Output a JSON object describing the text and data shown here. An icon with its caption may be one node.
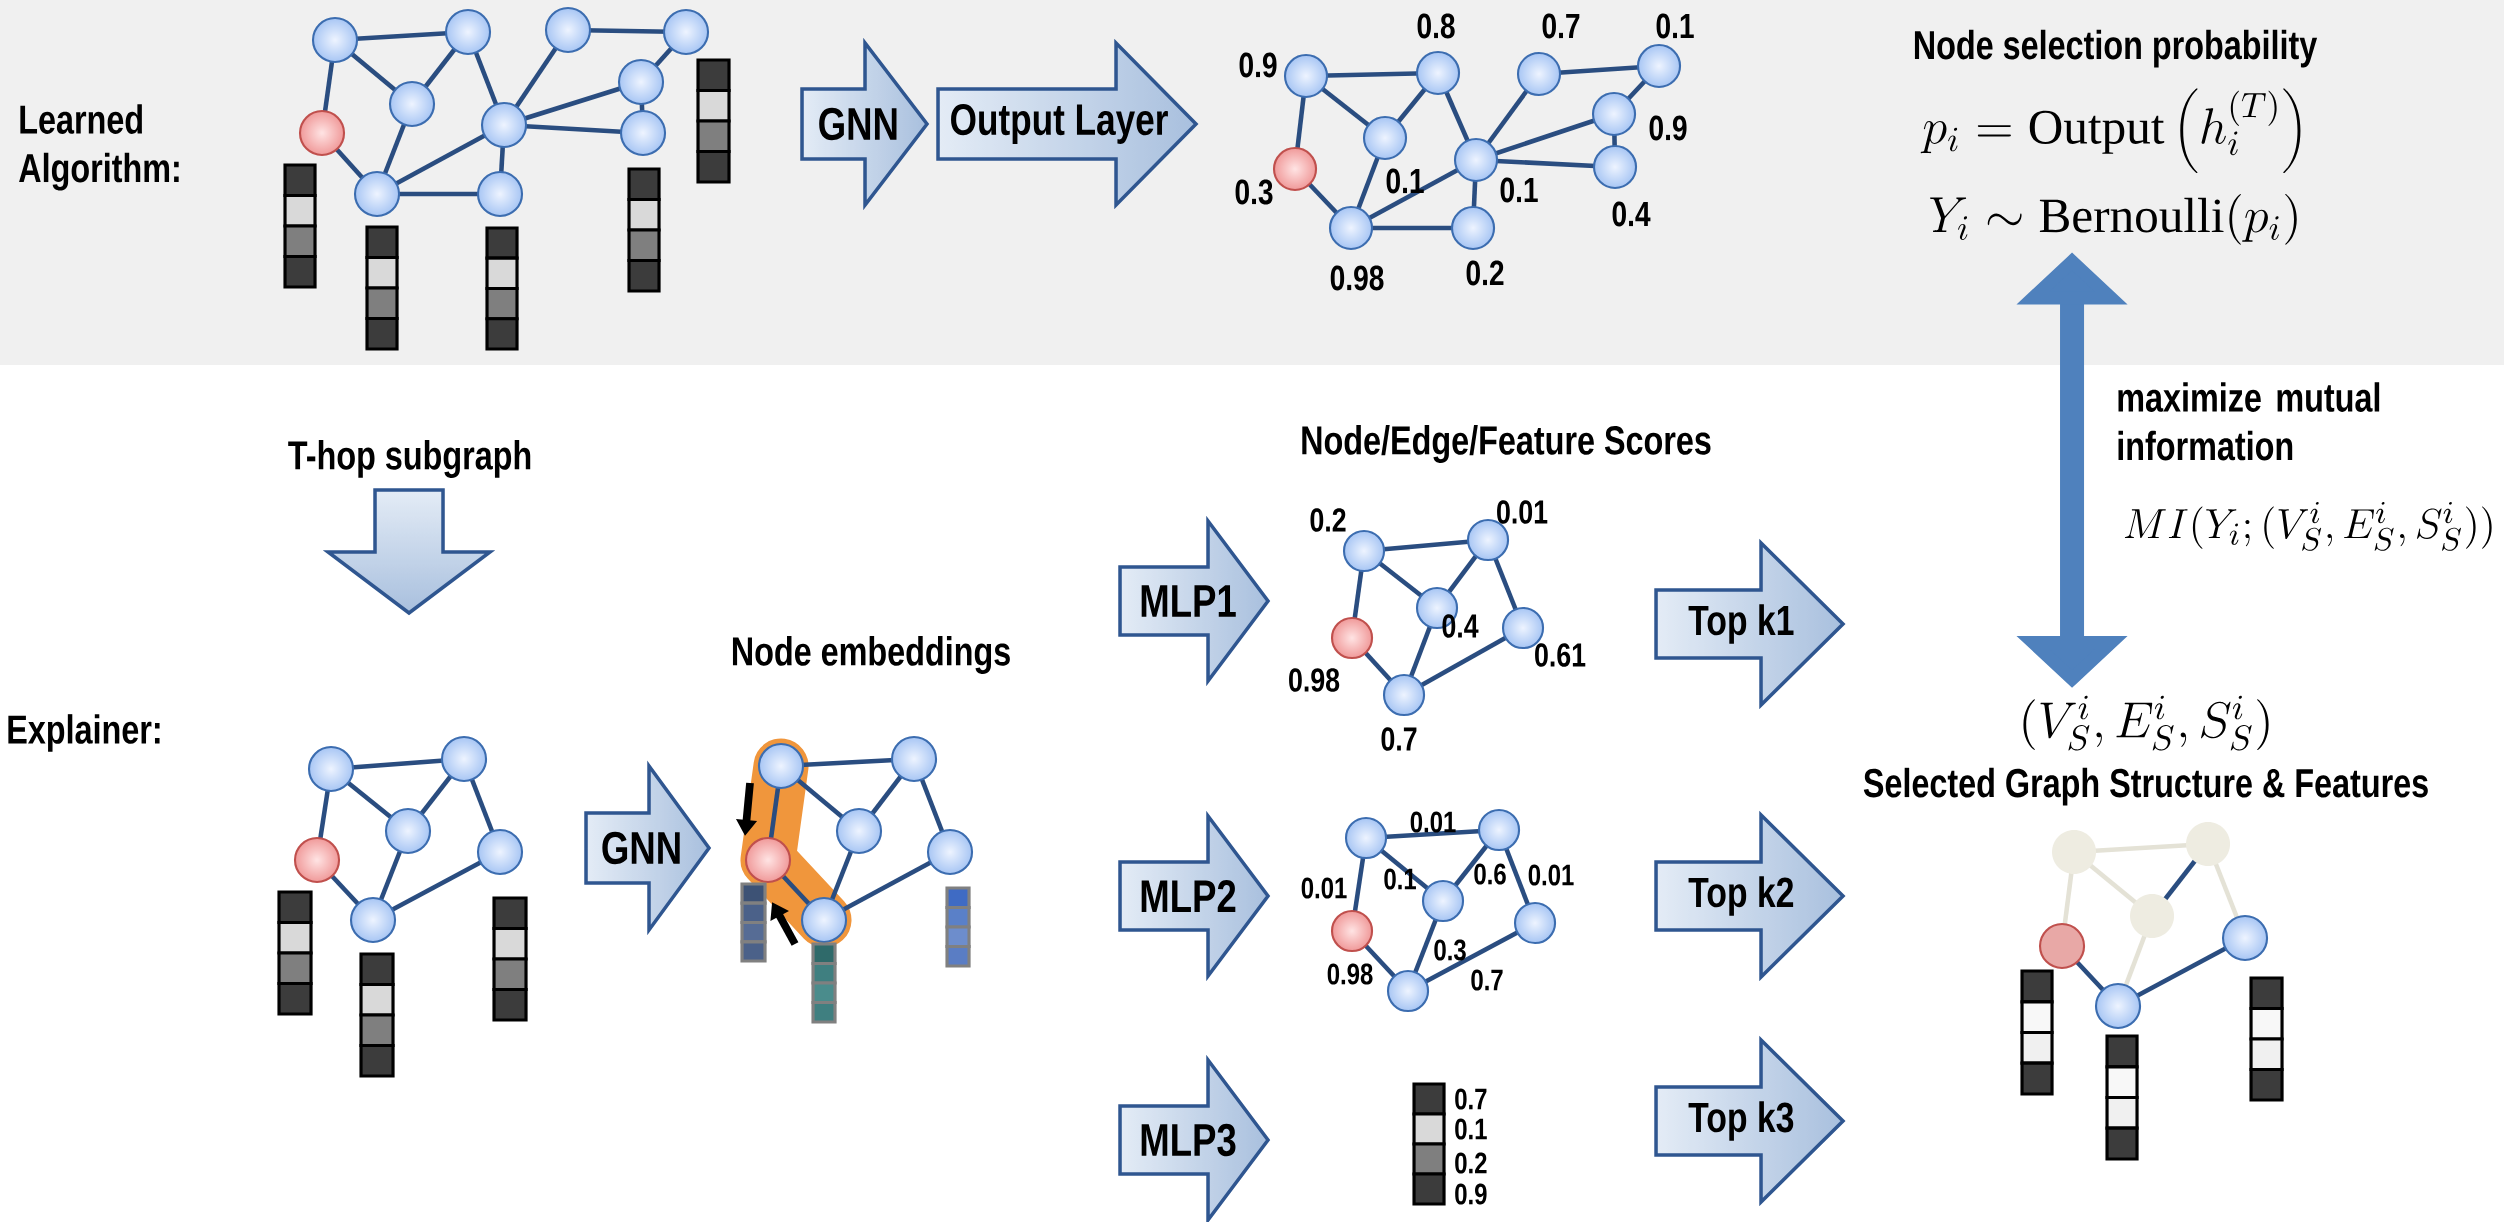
{
  "diagram": {
    "nodes": [
      {
        "text": [
          "GNN"
        ]
      },
      {
        "text": [
          "Output Layer"
        ]
      },
      {
        "text": [
          "Node selection probability",
          "p_i = \\mathrm{Output}\\left(h_i^{(T)}\\right)",
          "Y_i \\sim \\mathrm{Bernoulli}(p_i)"
        ]
      },
      {
        "text": [
          "T-hop subgraph"
        ]
      },
      {
        "text": [
          "GNN"
        ]
      },
      {
        "text": [
          "MLP1"
        ]
      },
      {
        "text": [
          "MLP2"
        ]
      },
      {
        "text": [
          "MLP3"
        ]
      },
      {
        "text": [
          "Top k1"
        ]
      },
      {
        "text": [
          "Top k2"
        ]
      },
      {
        "text": [
          "Top k3"
        ]
      },
      {
        "text": [
          "(V_S^i, E_S^i, S_S^i)",
          "Selected Graph Structure & Features"
        ]
      }
    ],
    "edges": [
      {
        "from": 11,
        "to": 2,
        "arrow": "both",
        "label": "maximize mutual information",
        "color": "#4f81bd"
      }
    ],
    "labels": [
      "Learned Algorithm:",
      "0.8",
      "0.7",
      "0.1",
      "0.9",
      "0.9",
      "0.1",
      "0.3",
      "0.1",
      "0.4",
      "0.2",
      "0.98",
      "Node/Edge/Feature Scores",
      "MI(Y_i; (V_S^i, E_S^i, S_S^i))",
      "Node embeddings",
      "0.01",
      "0.2",
      "0.4",
      "0.61",
      "0.98",
      "Explainer:",
      "0.7",
      "0.01",
      "0.6",
      "0.01",
      "0.1",
      "0.01",
      "0.3",
      "0.98",
      "0.7",
      "0.7",
      "0.1",
      "0.2",
      "0.9"
    ]
  }
}
